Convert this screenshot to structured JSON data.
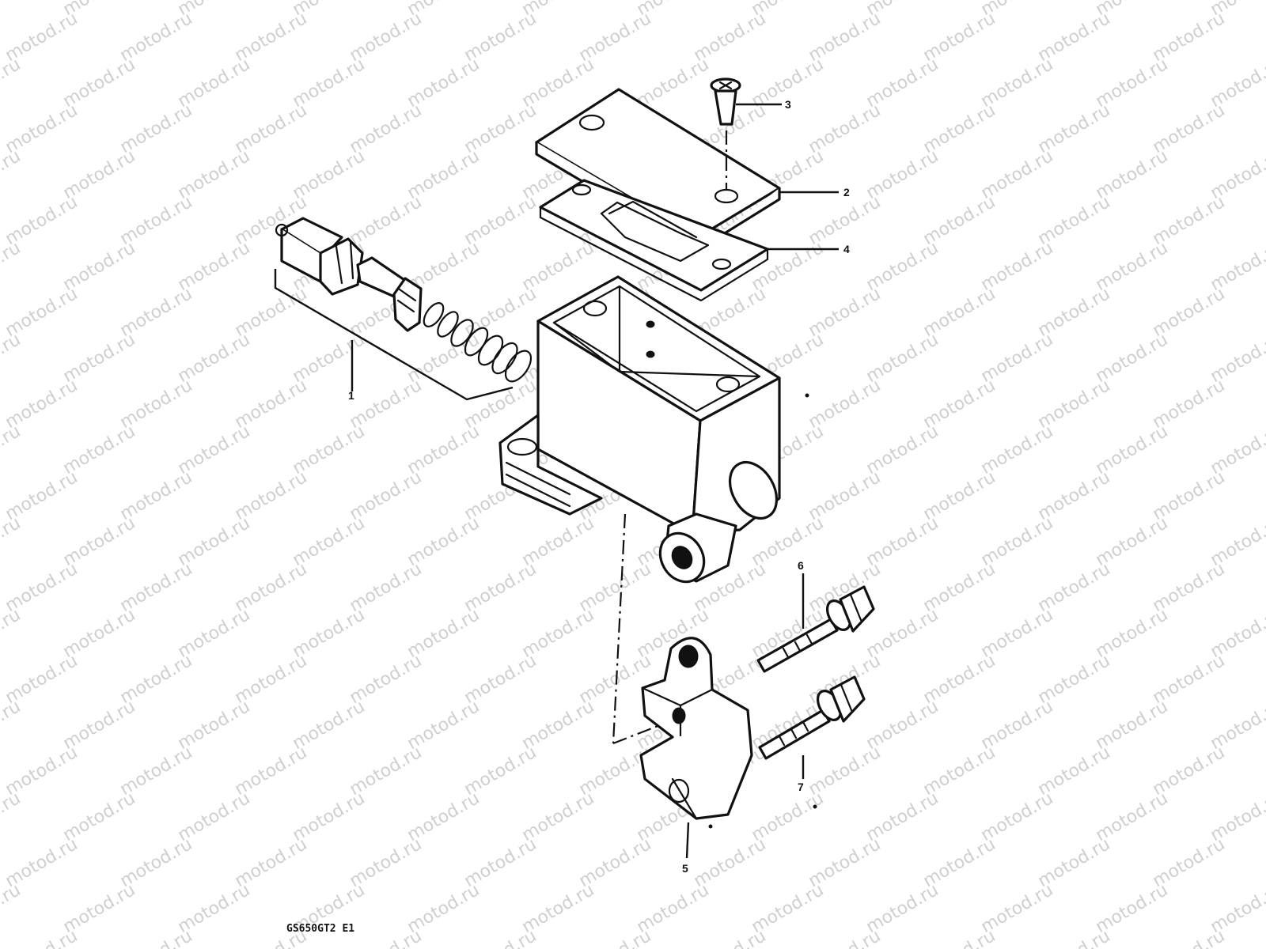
{
  "watermark": {
    "text": "motod.ru"
  },
  "diagram_code": "GS650GT2 E1",
  "callouts": [
    {
      "id": "1",
      "label": "1"
    },
    {
      "id": "2",
      "label": "2"
    },
    {
      "id": "3",
      "label": "3"
    },
    {
      "id": "4",
      "label": "4"
    },
    {
      "id": "5",
      "label": "5"
    },
    {
      "id": "6",
      "label": "6"
    },
    {
      "id": "7",
      "label": "7"
    }
  ],
  "colors": {
    "ink": "#111111",
    "watermark": "#cfcfcf",
    "background": "#ffffff"
  }
}
